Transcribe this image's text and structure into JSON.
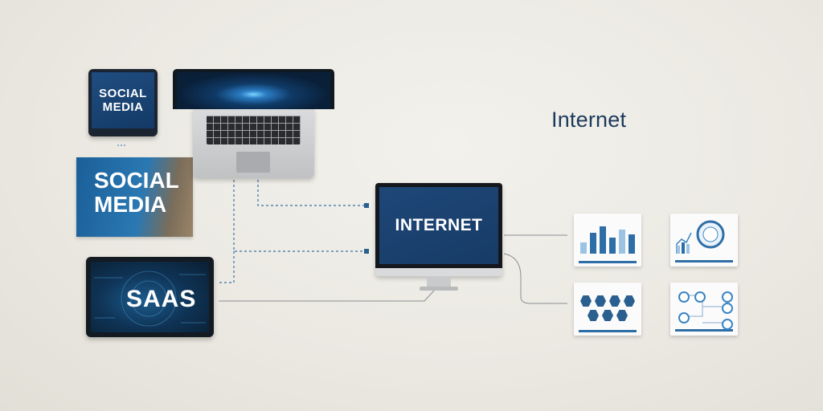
{
  "title": "Internet",
  "devices": {
    "tablet_small": {
      "label": "SOCIAL MEDIA"
    },
    "banner": {
      "label": "SOCIAL MEDIA"
    },
    "saas": {
      "label": "SAAS"
    },
    "monitor": {
      "label": "INTERNET"
    }
  },
  "colors": {
    "accent": "#1d3a5c",
    "screen_blue": "#173b66",
    "line": "#3a6fa8"
  }
}
